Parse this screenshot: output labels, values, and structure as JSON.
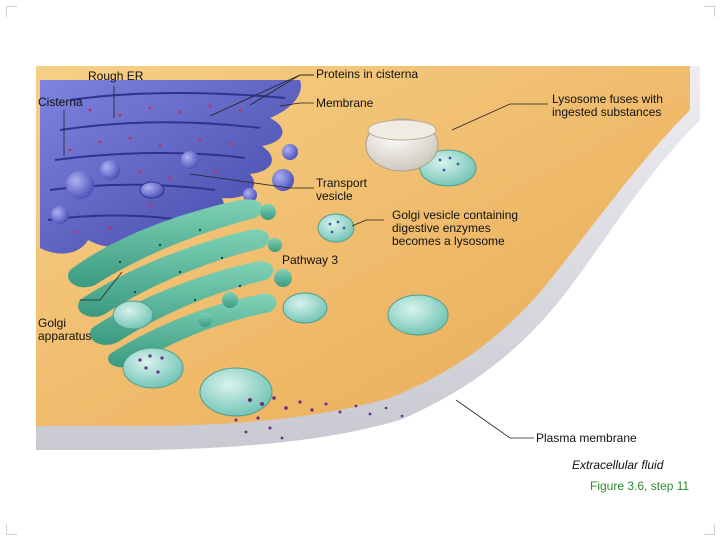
{
  "labels": {
    "rough_er": "Rough ER",
    "cisterna": "Cisterna",
    "proteins_in_cisterna": "Proteins in cisterna",
    "membrane": "Membrane",
    "lysosome_fuses_line1": "Lysosome fuses with",
    "lysosome_fuses_line2": "ingested substances",
    "transport_vesicle_line1": "Transport",
    "transport_vesicle_line2": "vesicle",
    "golgi_vesicle_line1": "Golgi vesicle containing",
    "golgi_vesicle_line2": "digestive enzymes",
    "golgi_vesicle_line3": "becomes a lysosome",
    "pathway_3": "Pathway 3",
    "golgi_apparatus_line1": "Golgi",
    "golgi_apparatus_line2": "apparatus",
    "plasma_membrane": "Plasma membrane",
    "extracellular_fluid": "Extracellular fluid"
  },
  "caption": "Figure 3.6, step 11",
  "colors": {
    "cytoplasm": "#f2c170",
    "plasma_membrane": "#e4e4ea",
    "rough_er": "#5a5fc8",
    "golgi": "#4fae94",
    "vesicle": "#8fd3c6",
    "enzyme_dots": "#6a2a8a",
    "caption": "#2e8b2e"
  }
}
